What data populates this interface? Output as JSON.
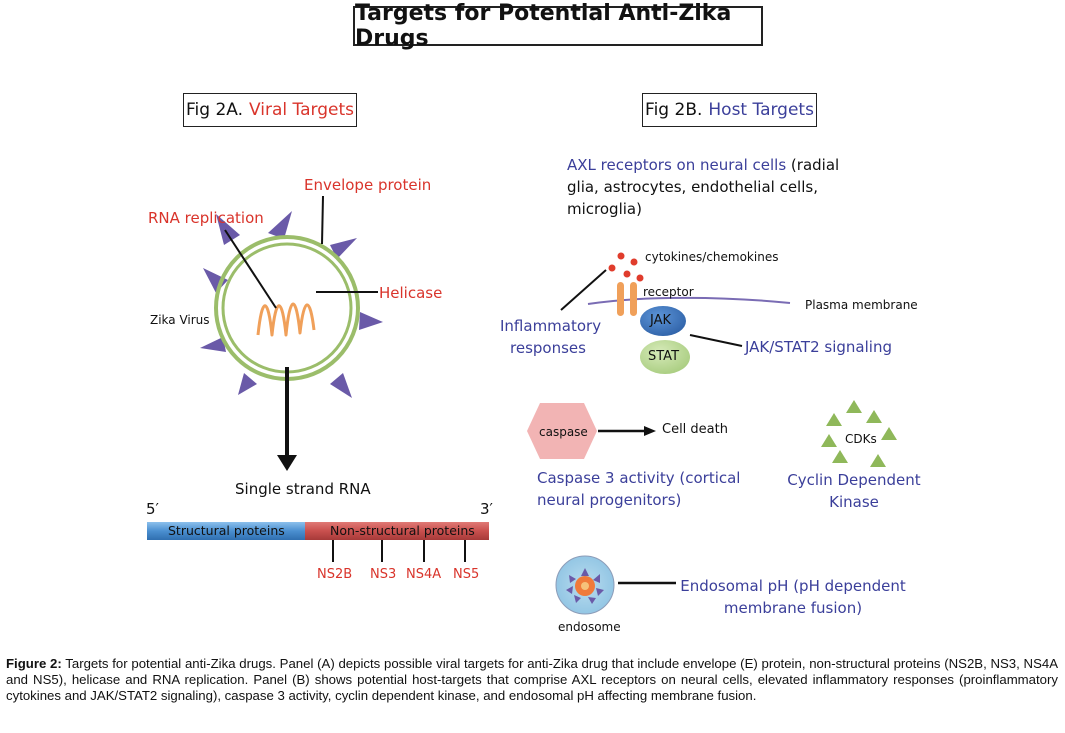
{
  "title": "Targets for Potential Anti-Zika Drugs",
  "panel_a": {
    "prefix": "Fig 2A.",
    "heading": "Viral Targets",
    "envelope_label": "Envelope protein",
    "rna_replication_label": "RNA replication",
    "helicase_label": "Helicase",
    "virus_label": "Zika Virus",
    "single_strand_label": "Single strand RNA",
    "five_prime": "5′",
    "three_prime": "3′",
    "structural_label": "Structural proteins",
    "nonstructural_label": "Non-structural proteins",
    "ns_proteins": [
      "NS2B",
      "NS3",
      "NS4A",
      "NS5"
    ]
  },
  "panel_b": {
    "prefix": "Fig 2B.",
    "heading": "Host Targets",
    "axl_line1_blue": "AXL receptors on neural cells",
    "axl_line1_rest": " (radial",
    "axl_line2": "glia, astrocytes, endothelial cells,",
    "axl_line3": "microglia)",
    "cytokines_label": "cytokines/chemokines",
    "receptor_label": "receptor",
    "plasma_label": "Plasma membrane",
    "inflammatory_line1": "Inflammatory",
    "inflammatory_line2": "responses",
    "jak_label": "JAK",
    "stat_label": "STAT",
    "jakstat_label": "JAK/STAT2 signaling",
    "caspase_label": "caspase",
    "cell_death_label": "Cell death",
    "caspase_activity_line1": "Caspase 3 activity (cortical",
    "caspase_activity_line2": "neural progenitors)",
    "cdks_label": "CDKs",
    "cdk_line1": "Cyclin Dependent",
    "cdk_line2": "Kinase",
    "endosome_label": "endosome",
    "endosomal_line1": "Endosomal pH (pH dependent",
    "endosomal_line2": "membrane fusion)"
  },
  "caption": {
    "lead": "Figure 2:",
    "text": " Targets for potential anti-Zika drugs. Panel (A) depicts possible viral targets for anti-Zika drug that include envelope (E) protein, non-structural proteins (NS2B, NS3, NS4A and NS5), helicase and RNA replication. Panel (B) shows potential host-targets that comprise AXL receptors on neural cells, elevated inflammatory responses (proinflammatory cytokines and JAK/STAT2 signaling), caspase 3 activity, cyclin dependent kinase, and endosomal pH affecting membrane fusion."
  },
  "colors": {
    "red": "#d9342b",
    "blue": "#3b3f9a",
    "envelope_spike": "#6a5aa8",
    "membrane_ring": "#9bbd6a",
    "structural_bar": "#4a8fd0",
    "nonstructural_bar": "#c9504e",
    "jak": "#3c77c2",
    "stat": "#b9d992",
    "caspase": "#f2b4b4",
    "cdk": "#8fb85a"
  }
}
